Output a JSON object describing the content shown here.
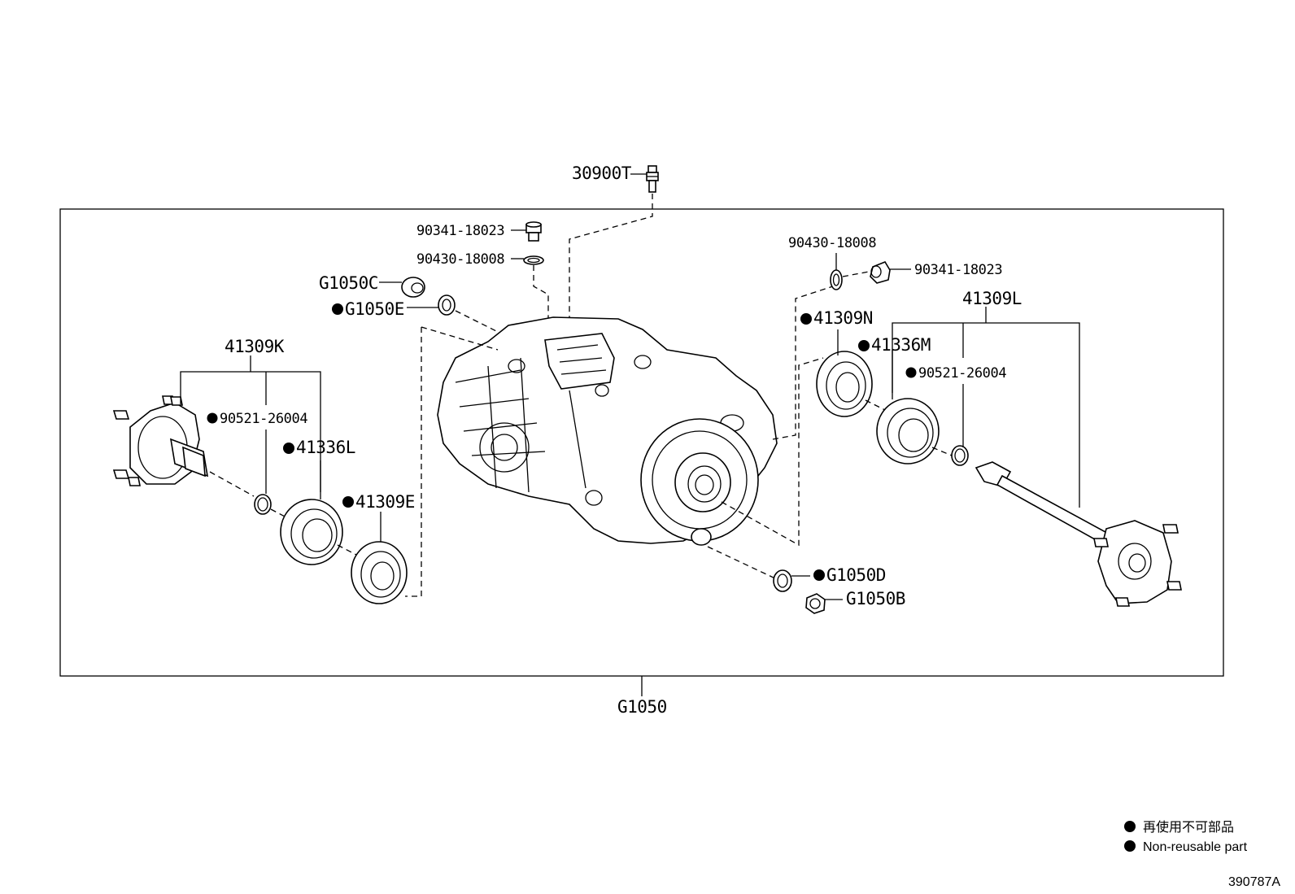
{
  "diagram": {
    "labels": {
      "p30900T": "30900T",
      "p90341_top": "90341-18023",
      "p90430_top": "90430-18008",
      "pG1050C": "G1050C",
      "pG1050E": "G1050E",
      "p41309K": "41309K",
      "p90521_left": "90521-26004",
      "p41336L": "41336L",
      "p41309E": "41309E",
      "p90430_right": "90430-18008",
      "p90341_right": "90341-18023",
      "p41309L": "41309L",
      "p41309N": "41309N",
      "p41336M": "41336M",
      "p90521_right": "90521-26004",
      "pG1050D": "G1050D",
      "pG1050B": "G1050B",
      "pG1050": "G1050"
    },
    "legend": {
      "line1": "再使用不可部品",
      "line2": "Non-reusable part"
    },
    "reference": "390787A"
  }
}
